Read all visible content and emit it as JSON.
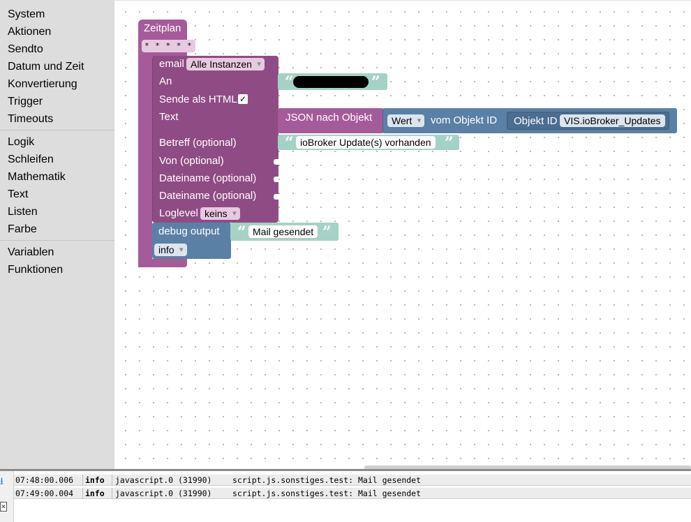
{
  "toolbox": {
    "group1": [
      "System",
      "Aktionen",
      "Sendto",
      "Datum und Zeit",
      "Konvertierung",
      "Trigger",
      "Timeouts"
    ],
    "group2": [
      "Logik",
      "Schleifen",
      "Mathematik",
      "Text",
      "Listen",
      "Farbe"
    ],
    "group3": [
      "Variablen",
      "Funktionen"
    ]
  },
  "blocks": {
    "schedule": {
      "title": "Zeitplan",
      "cron": "* * * * *"
    },
    "email": {
      "label": "email",
      "instance": "Alle Instanzen",
      "to_label": "An",
      "html_label": "Sende als HTML",
      "html_checked": "✓",
      "text_label": "Text",
      "subject_label": "Betreff (optional)",
      "from_label": "Von (optional)",
      "file1_label": "Dateiname (optional)",
      "file2_label": "Dateiname (optional)",
      "loglevel_label": "Loglevel",
      "loglevel_value": "keins"
    },
    "json": {
      "label": "JSON nach Objekt"
    },
    "getvalue": {
      "attr": "Wert",
      "from_label": "vom Objekt ID"
    },
    "objectid": {
      "label": "Objekt ID",
      "value": "VIS.ioBroker_Updates"
    },
    "subject_text": "ioBroker Update(s) vorhanden",
    "debug": {
      "label": "debug output",
      "text": "Mail gesendet",
      "level": "info"
    }
  },
  "log": {
    "rows": [
      {
        "time": "07:48:00.006",
        "level": "info",
        "source": "javascript.0 (31990)",
        "message": "script.js.sonstiges.test: Mail gesendet"
      },
      {
        "time": "07:49:00.004",
        "level": "info",
        "source": "javascript.0 (31990)",
        "message": "script.js.sonstiges.test: Mail gesendet"
      }
    ]
  }
}
